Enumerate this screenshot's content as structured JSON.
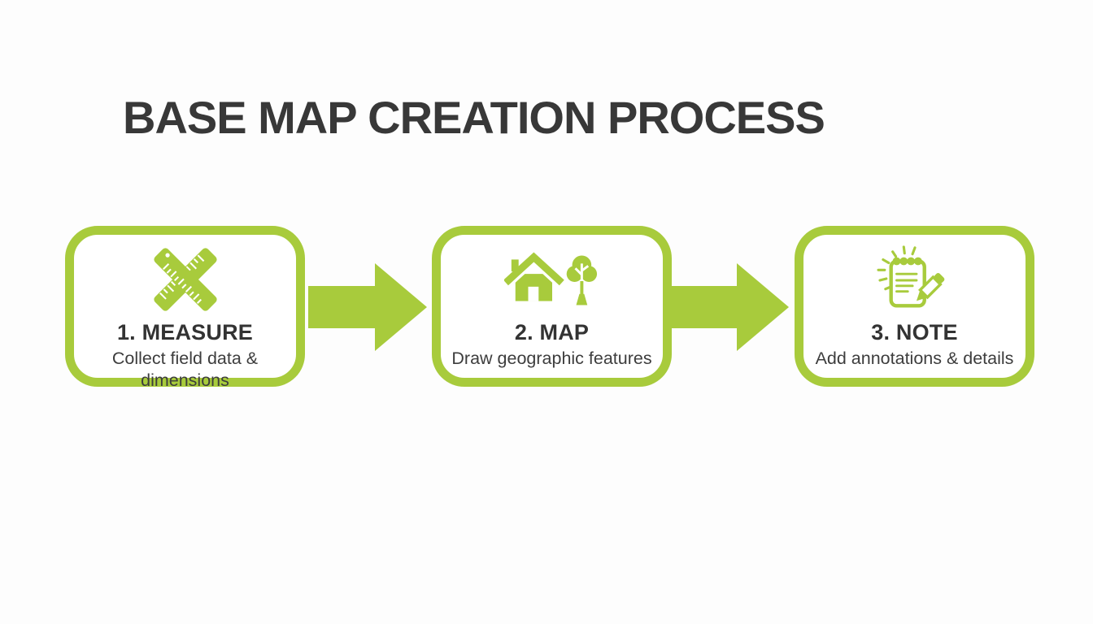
{
  "title": "BASE MAP CREATION PROCESS",
  "colors": {
    "green": "#a8cb3c",
    "title_text": "#383838",
    "step_label_text": "#333333",
    "step_desc_text": "#3d3d3d",
    "background": "#fdfdfd"
  },
  "steps": [
    {
      "label": "1. MEASURE",
      "description": "Collect field data & dimensions",
      "icon": "crossed-rulers-icon"
    },
    {
      "label": "2. MAP",
      "description": "Draw geographic features",
      "icon": "house-and-tree-icon"
    },
    {
      "label": "3. NOTE",
      "description": "Add annotations & details",
      "icon": "notepad-and-pencil-icon"
    }
  ],
  "connectors": [
    {
      "type": "arrow-right"
    },
    {
      "type": "arrow-right"
    }
  ]
}
